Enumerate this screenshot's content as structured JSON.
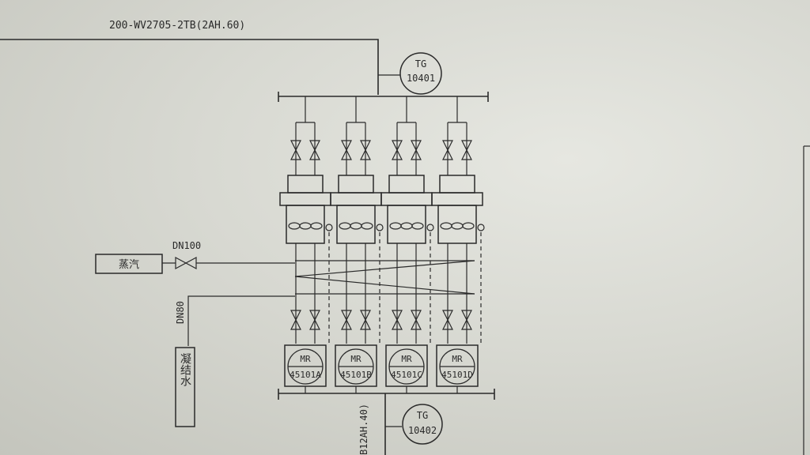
{
  "top_line_label": "200-WV2705-2TB(2AH.60)",
  "instruments": [
    {
      "code": "TG",
      "number": "10401"
    },
    {
      "code": "TG",
      "number": "10402"
    }
  ],
  "steam_inlet": {
    "size": "DN100",
    "label": "蒸汽"
  },
  "condensate": {
    "size": "DN80",
    "label": "凝结水"
  },
  "bottom_line_label": "B12AH.40)",
  "motors": [
    {
      "code": "MR",
      "number": "45101A"
    },
    {
      "code": "MR",
      "number": "45101B"
    },
    {
      "code": "MR",
      "number": "45101C"
    },
    {
      "code": "MR",
      "number": "45101D"
    }
  ]
}
